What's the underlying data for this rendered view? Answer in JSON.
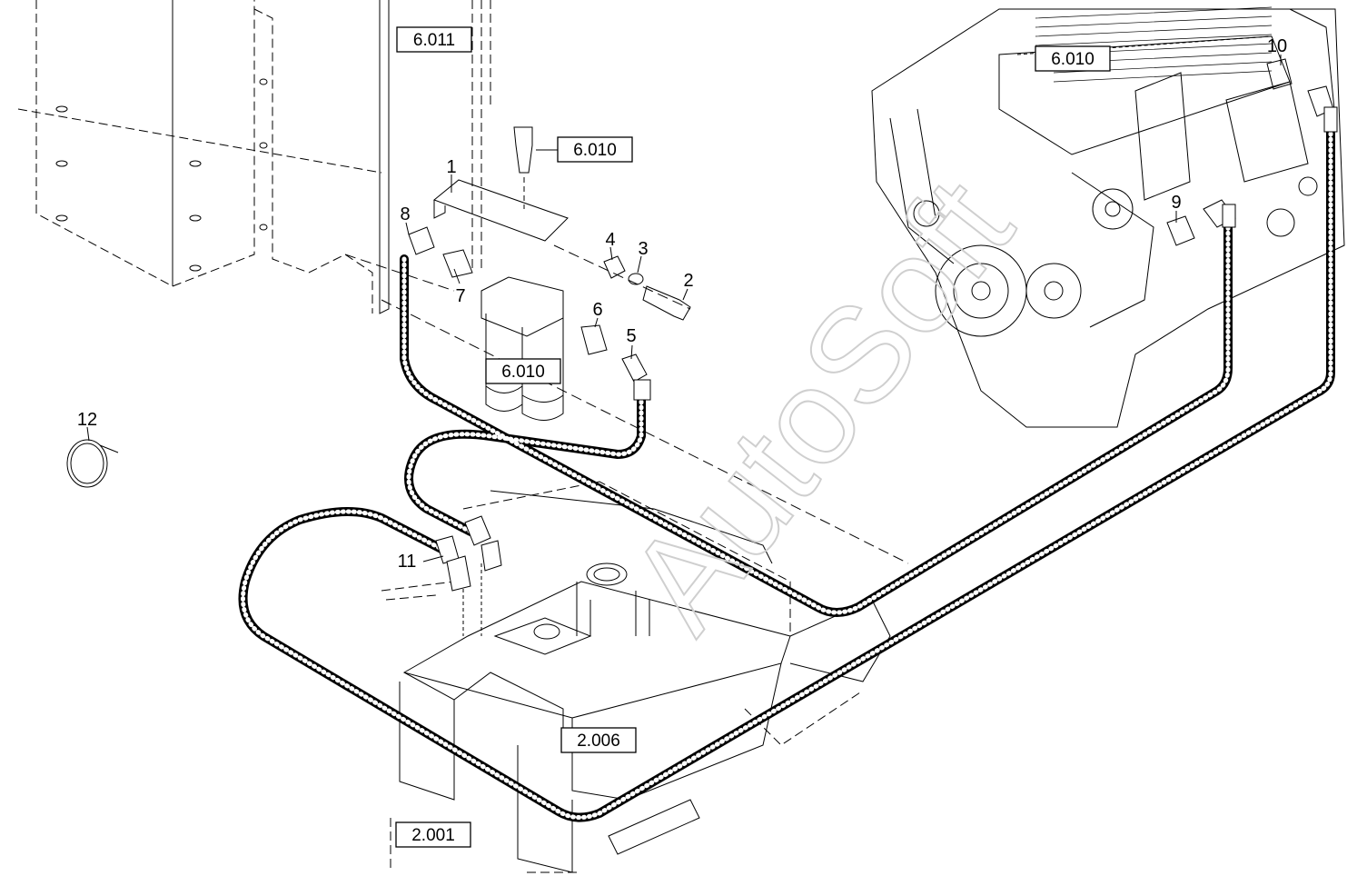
{
  "watermark": "AutoSoft",
  "reference_boxes": {
    "r1": "6.011",
    "r2": "6.010",
    "r3": "6.010",
    "r4": "6.010",
    "r5": "2.006",
    "r6": "2.001"
  },
  "callouts": {
    "c1": "1",
    "c2": "2",
    "c3": "3",
    "c4": "4",
    "c5": "5",
    "c6": "6",
    "c7": "7",
    "c8": "8",
    "c9": "9",
    "c10": "10",
    "c11": "11",
    "c12": "12"
  }
}
